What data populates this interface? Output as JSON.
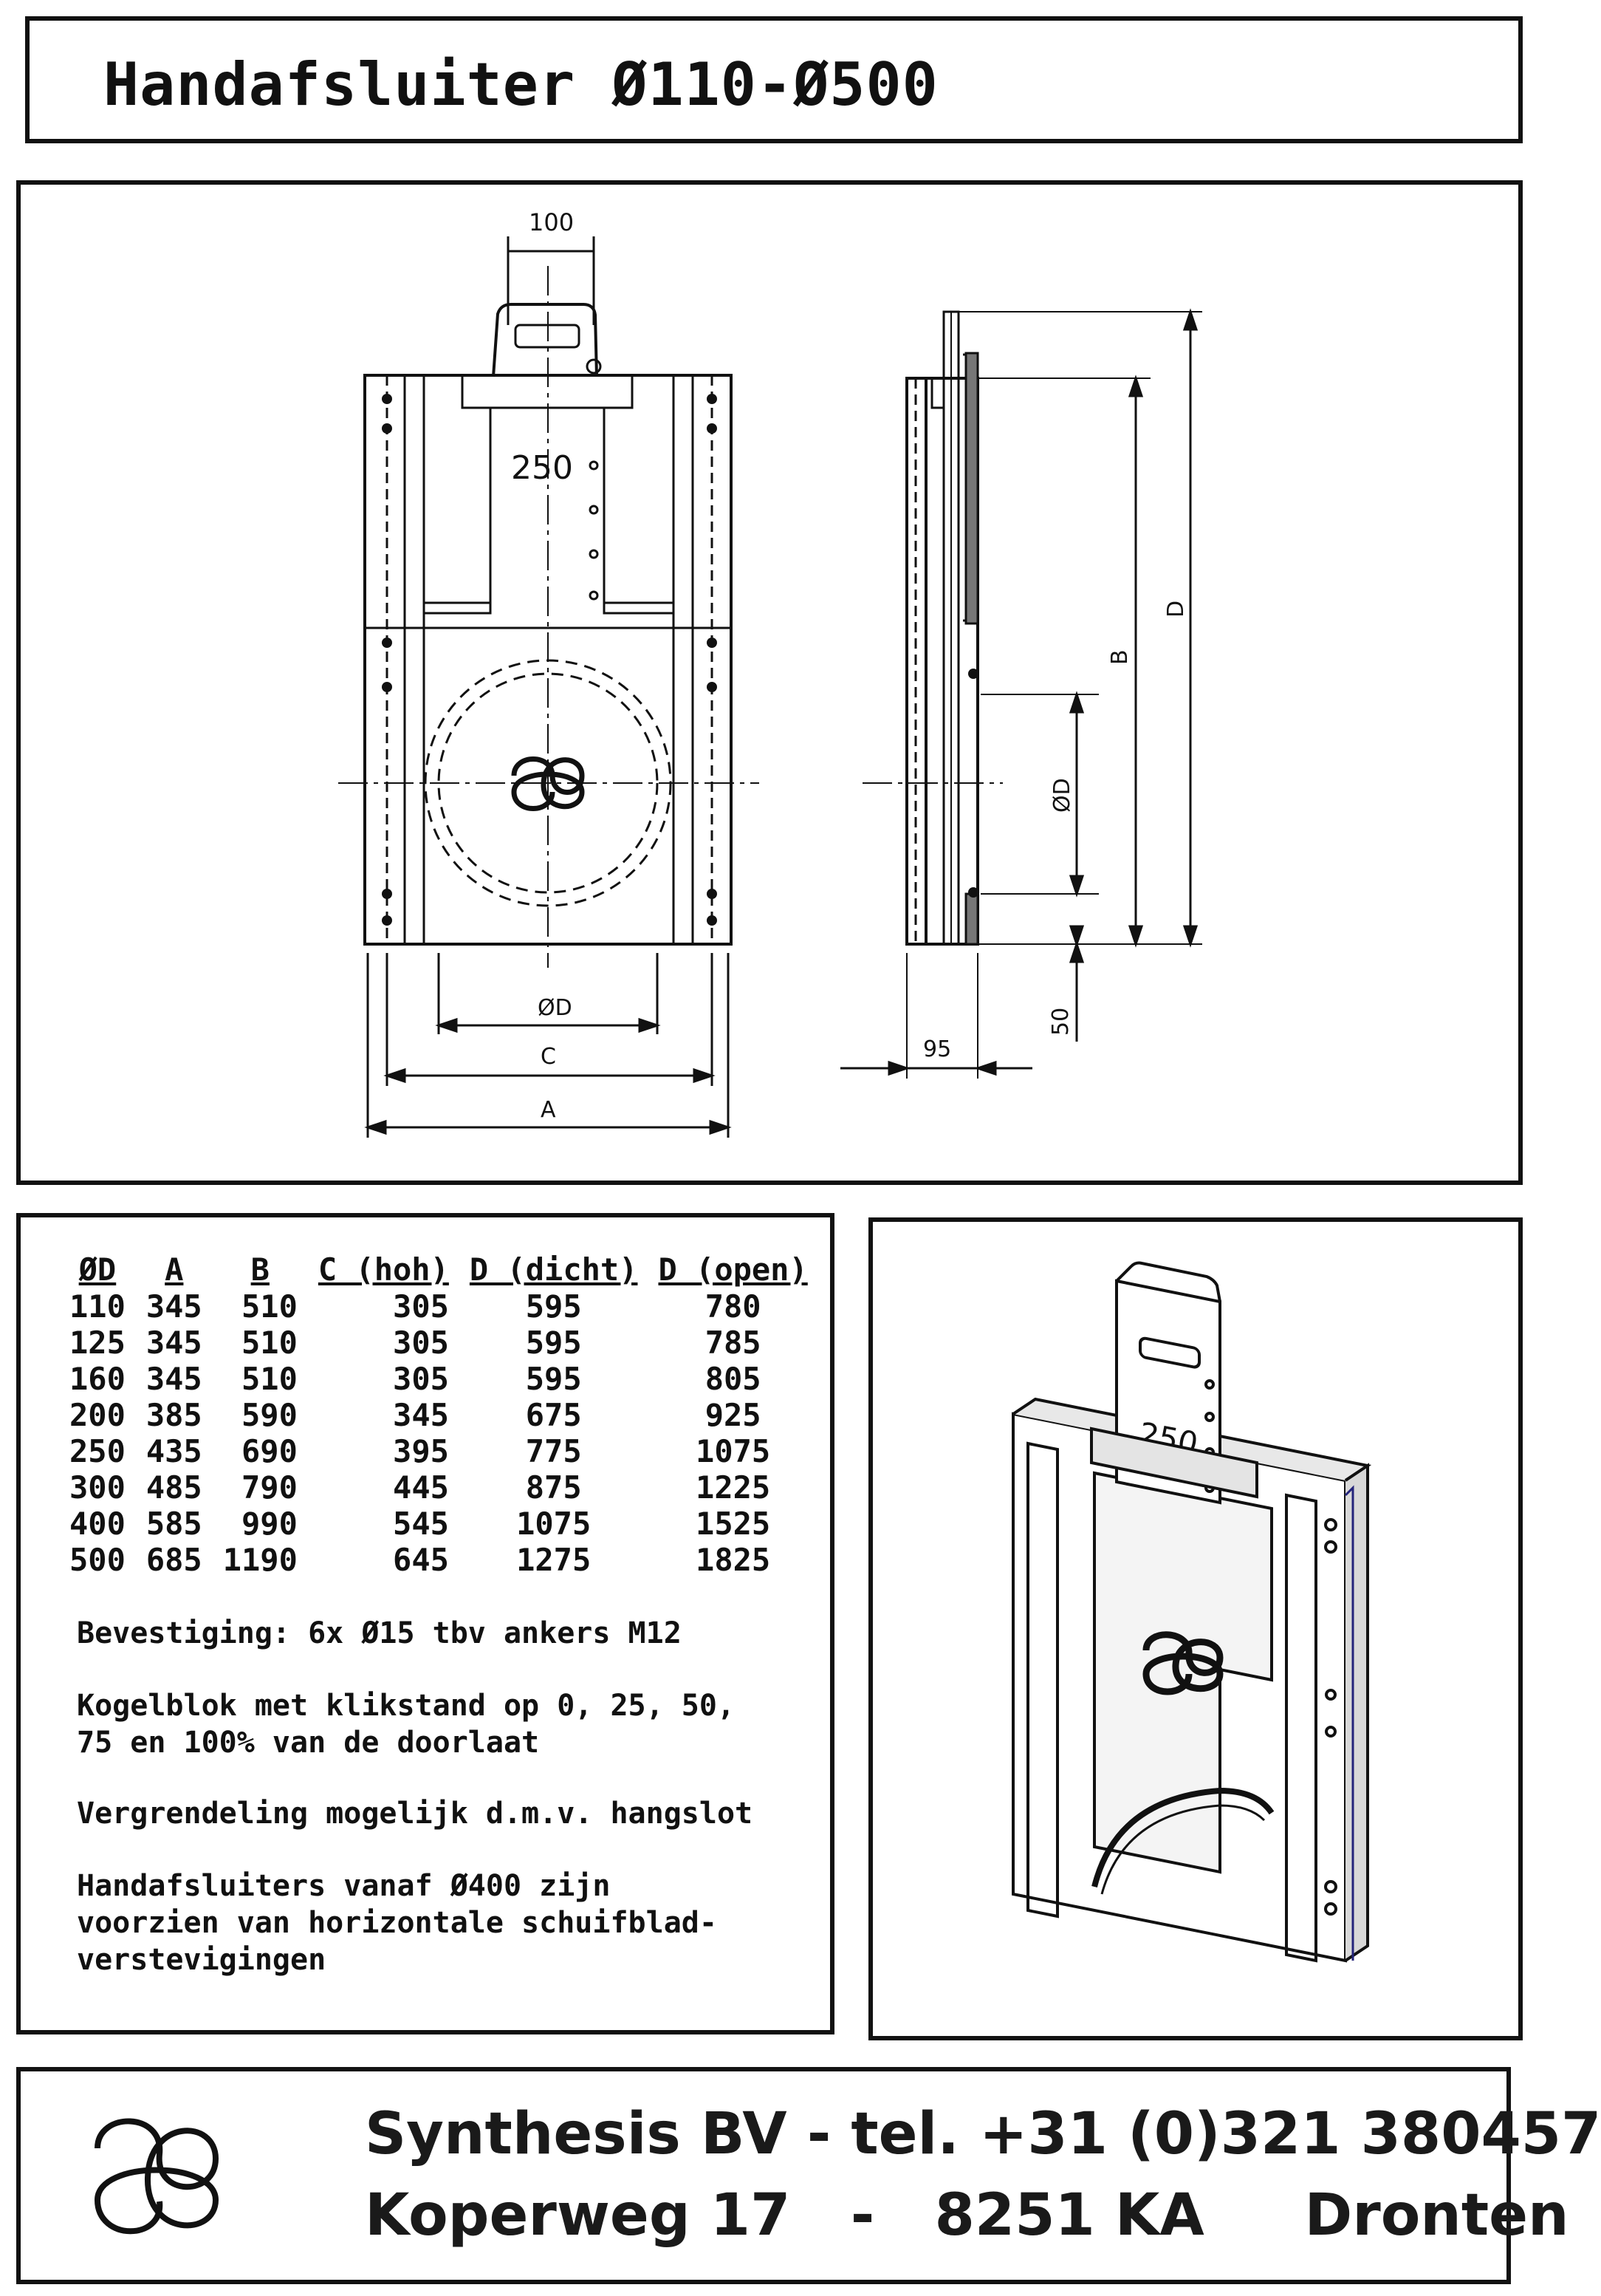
{
  "title": "Handafsluiter Ø110-Ø500",
  "drawing": {
    "dim_100": "100",
    "plate_number": "250",
    "dim_od_bottom": "ØD",
    "dim_c": "C",
    "dim_a": "A",
    "dim_95": "95",
    "dim_50": "50",
    "dim_od_side": "ØD",
    "dim_b": "B",
    "dim_d": "D"
  },
  "table": {
    "headers": [
      "ØD",
      "A",
      "B",
      "C (hoh)",
      "D (dicht)",
      "D (open)"
    ],
    "rows": [
      [
        "110",
        "345",
        "510",
        "305",
        "595",
        "780"
      ],
      [
        "125",
        "345",
        "510",
        "305",
        "595",
        "785"
      ],
      [
        "160",
        "345",
        "510",
        "305",
        "595",
        "805"
      ],
      [
        "200",
        "385",
        "590",
        "345",
        "675",
        "925"
      ],
      [
        "250",
        "435",
        "690",
        "395",
        "775",
        "1075"
      ],
      [
        "300",
        "485",
        "790",
        "445",
        "875",
        "1225"
      ],
      [
        "400",
        "585",
        "990",
        "545",
        "1075",
        "1525"
      ],
      [
        "500",
        "685",
        "1190",
        "645",
        "1275",
        "1825"
      ]
    ]
  },
  "notes": [
    "Bevestiging: 6x Ø15 tbv ankers M12",
    "Kogelblok met klikstand op 0, 25, 50,\n75 en 100% van de doorlaat",
    "Vergrendeling mogelijk d.m.v. hangslot",
    "Handafsluiters vanaf Ø400 zijn\nvoorzien van horizontale schuifblad-\nverstevigingen"
  ],
  "photo": {
    "plate_number": "250"
  },
  "footer": {
    "line1": "Synthesis BV - tel. +31 (0)321 380457",
    "line2": "Koperweg 17   -   8251 KA     Dronten"
  }
}
